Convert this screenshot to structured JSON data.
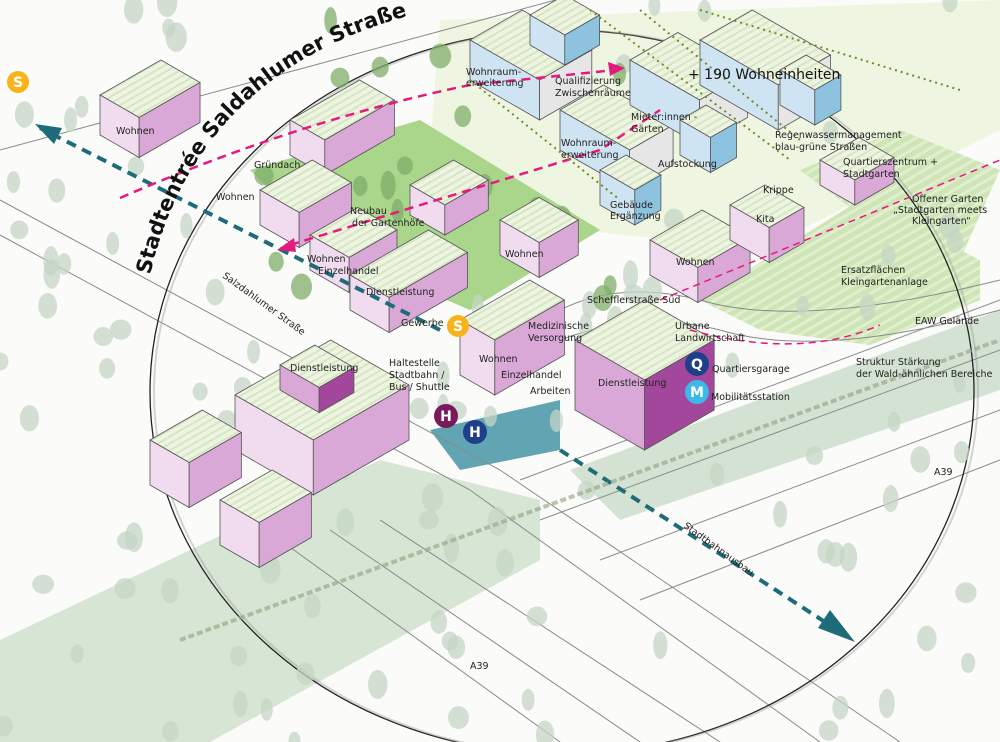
{
  "title": "Stadtentrée Saldahlumer Straße",
  "headline": "+ 190 Wohneinheiten",
  "colors": {
    "magenta": "#e6197f",
    "teal": "#1e6b7a",
    "green": "#a8d08d",
    "pink": "#e6c3e6",
    "purple": "#a3479c",
    "yellow": "#f7b41a",
    "navy": "#1e3f8a",
    "cyan": "#3db8e8",
    "hpurple": "#7a1a5e"
  },
  "icons": {
    "s_bahn": "S",
    "haltestelle_1": "H",
    "haltestelle_2": "H",
    "quartiersgarage": "Q",
    "mobilitaet": "M"
  },
  "labels": {
    "wohnen_nw": "Wohnen",
    "gruendach": "Gründach",
    "wohnen_w": "Wohnen",
    "neubau_1": "Neubau",
    "neubau_2": "der Gartenhöfe",
    "wohnen_mid": "Wohnen",
    "einzelhandel_mid": "Einzelhandel",
    "dienstleistung_mid": "Dienstleistung",
    "gewerbe": "Gewerbe",
    "wohnen_garden": "Wohnen",
    "haltestelle_1": "Haltestelle",
    "haltestelle_2": "Stadtbahn /",
    "haltestelle_3": "Bus / Shuttle",
    "dienstleistung_sw": "Dienstleistung",
    "salzdahlumer": "Salzdahlumer Straße",
    "schefflerstrasse": "Schefflerstraße Süd",
    "med_1": "Medizinische",
    "med_2": "Versorgung",
    "wohnen_c": "Wohnen",
    "einzelhandel_c": "Einzelhandel",
    "arbeiten": "Arbeiten",
    "dienstleistung_c": "Dienstleistung",
    "urbane_1": "Urbane",
    "urbane_2": "Landwirtschaft",
    "quartiersgarage": "Quartiersgarage",
    "mobilitaetsstation": "Mobilitätsstation",
    "wohnen_e": "Wohnen",
    "kita": "Kita",
    "krippe": "Krippe",
    "ersatz_1": "Ersatzflächen",
    "ersatz_2": "Kleingartenanlage",
    "eaw": "EAW Gelände",
    "struktur_1": "Struktur Stärkung",
    "struktur_2": "der Wald-ähnlichen Bereiche",
    "a39_e": "A39",
    "a39_s": "A39",
    "stadtbahnausbau": "Stadtbahnausbau",
    "wohnraum1_1": "Wohnraum-",
    "wohnraum1_2": "erweiterung",
    "quali_1": "Qualifizierung",
    "quali_2": "Zwischenräume",
    "mieter_1": "Mieter:innen -",
    "mieter_2": "Gärten",
    "wohnraum2_1": "Wohnraum-",
    "wohnraum2_2": "erweiterung",
    "aufstockung": "Aufstockung",
    "gebaeude_1": "Gebäude",
    "gebaeude_2": "Ergänzung",
    "regen_1": "Regenwassermanagement",
    "regen_2": "blau-grüne Straßen",
    "qz_1": "Quartierszentrum +",
    "qz_2": "Stadtgarten",
    "offen_1": "Offener Garten",
    "offen_2": "„Stadtgarten meets",
    "offen_3": "Kleingarten“"
  }
}
